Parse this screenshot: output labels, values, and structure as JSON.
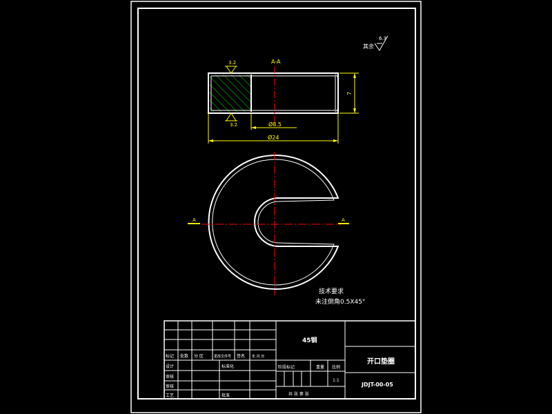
{
  "colors": {
    "background": "#000000",
    "frame": "#ffffff",
    "outline": "#ffffff",
    "centerline": "#ff0000",
    "dimension": "#ffff00",
    "hatch": "#00c000",
    "text": "#ffffff"
  },
  "section_label": "A-A",
  "surface_finish": {
    "general_prefix": "其余",
    "general_value": "6.3",
    "top_value": "3.2",
    "bottom_value": "3.2"
  },
  "dimensions": {
    "height": "7",
    "inner_diameter": "Ø8.5",
    "outer_diameter": "Ø24"
  },
  "cut_plane_label": "A",
  "tech_requirements": {
    "title": "技术要求",
    "line1": "未注倒角0.5X45°"
  },
  "title_block": {
    "material": "45钢",
    "part_name": "开口垫圈",
    "drawing_number": "JDJT-00-05",
    "scale": "1:1",
    "labels": {
      "mark": "标记",
      "count": "处数",
      "zone": "分 区",
      "change_doc": "更改文件号",
      "signature": "签名",
      "date": "年.月.日",
      "design": "设计",
      "standardize": "标准化",
      "review": "审核",
      "check": "审核",
      "process": "工艺",
      "approve": "批准",
      "stage_mark": "阶段标记",
      "weight": "重量",
      "ratio": "比例",
      "sheets": "共 张 第 张"
    }
  }
}
